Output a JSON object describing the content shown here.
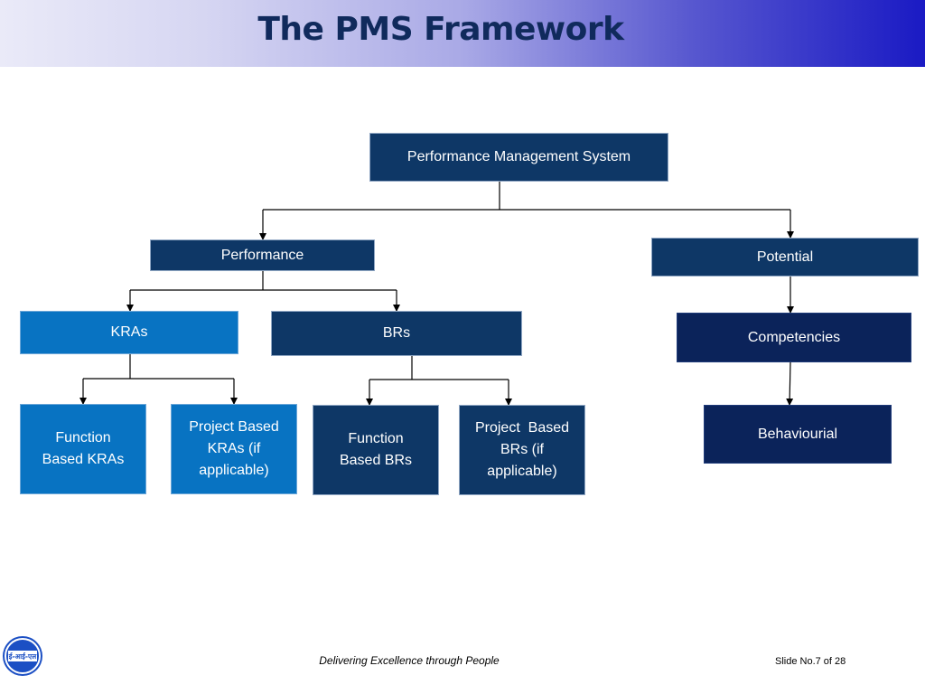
{
  "title": "The PMS Framework",
  "nodes": {
    "pms": "Performance Management System",
    "performance": "Performance",
    "potential": "Potential",
    "kras": "KRAs",
    "brs": "BRs",
    "competencies": "Competencies",
    "function_kras": "Function Based KRAs",
    "project_kras": "Project Based KRAs (if applicable)",
    "function_brs": "Function Based BRs",
    "project_brs": "Project  Based BRs (if applicable)",
    "behaviourial": "Behaviourial"
  },
  "edges": [
    [
      "pms",
      "performance"
    ],
    [
      "pms",
      "potential"
    ],
    [
      "performance",
      "kras"
    ],
    [
      "performance",
      "brs"
    ],
    [
      "kras",
      "function_kras"
    ],
    [
      "kras",
      "project_kras"
    ],
    [
      "brs",
      "function_brs"
    ],
    [
      "brs",
      "project_brs"
    ],
    [
      "potential",
      "competencies"
    ],
    [
      "competencies",
      "behaviourial"
    ]
  ],
  "footer": {
    "tagline": "Delivering Excellence through People",
    "slide_number": "Slide No.7 of 28"
  },
  "logo": {
    "text": "ई-आई-एल"
  },
  "colors": {
    "dark_box": "#0e3766",
    "light_box": "#0873c2",
    "navy_box": "#0b235a",
    "title": "#102a5c"
  }
}
